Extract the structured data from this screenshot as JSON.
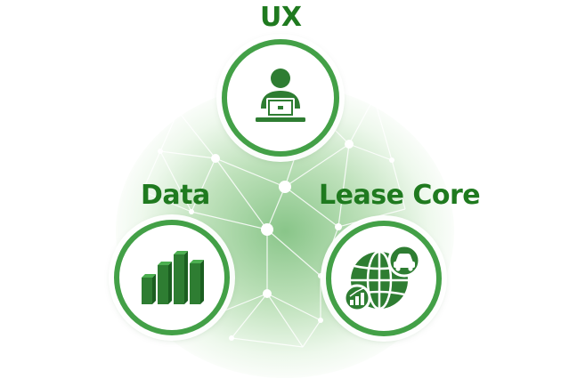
{
  "nodes": {
    "ux": {
      "label": "UX",
      "icon": "person-laptop-icon"
    },
    "data": {
      "label": "Data",
      "icon": "bar-chart-icon"
    },
    "lease_core": {
      "label": "Lease Core",
      "icon": "globe-car-chart-icon"
    }
  },
  "colors": {
    "primary_green": "#1f7a1f",
    "ring_green": "#43a047",
    "icon_green": "#2e7d32"
  }
}
